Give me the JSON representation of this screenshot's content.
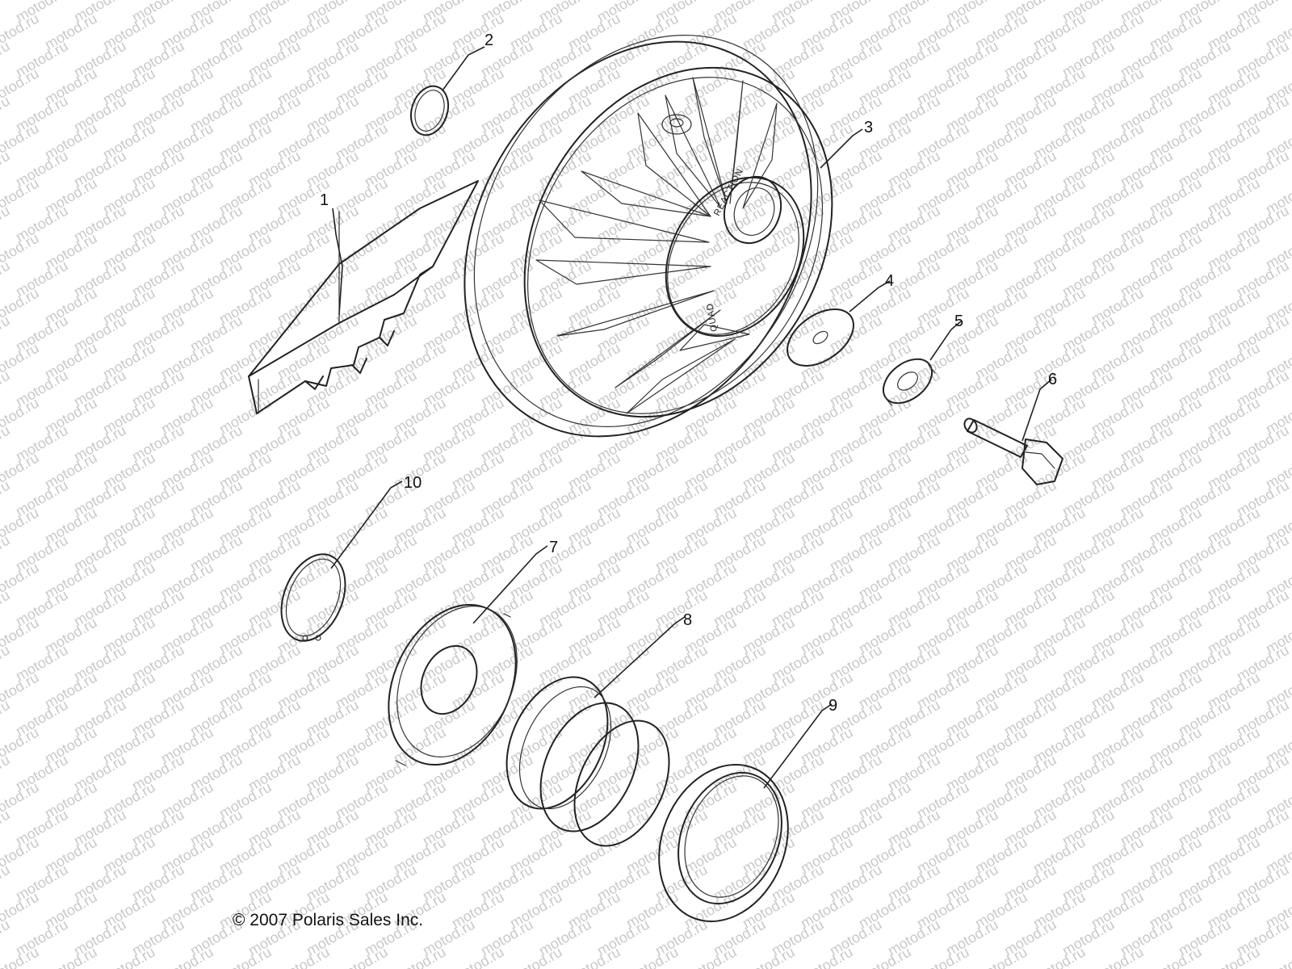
{
  "watermark_text": "motod.ru",
  "copyright": "© 2007 Polaris Sales Inc.",
  "hub_cap_text": {
    "line1": "REACTION",
    "line2": "QUAD"
  },
  "callouts": [
    {
      "id": "1",
      "part": "drive-belt"
    },
    {
      "id": "2",
      "part": "small-ring"
    },
    {
      "id": "3",
      "part": "clutch-sheave"
    },
    {
      "id": "4",
      "part": "washer"
    },
    {
      "id": "5",
      "part": "spacer"
    },
    {
      "id": "6",
      "part": "bolt"
    },
    {
      "id": "7",
      "part": "spring-cup"
    },
    {
      "id": "8",
      "part": "spring"
    },
    {
      "id": "9",
      "part": "seal"
    },
    {
      "id": "10",
      "part": "retaining-ring"
    }
  ]
}
